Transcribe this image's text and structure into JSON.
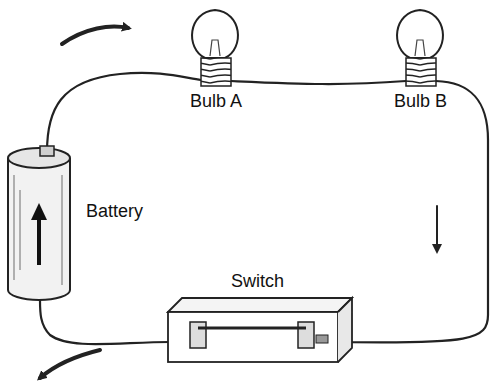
{
  "diagram": {
    "labels": [
      "Bulb A",
      "Bulb B",
      "Battery",
      "Switch"
    ]
  }
}
